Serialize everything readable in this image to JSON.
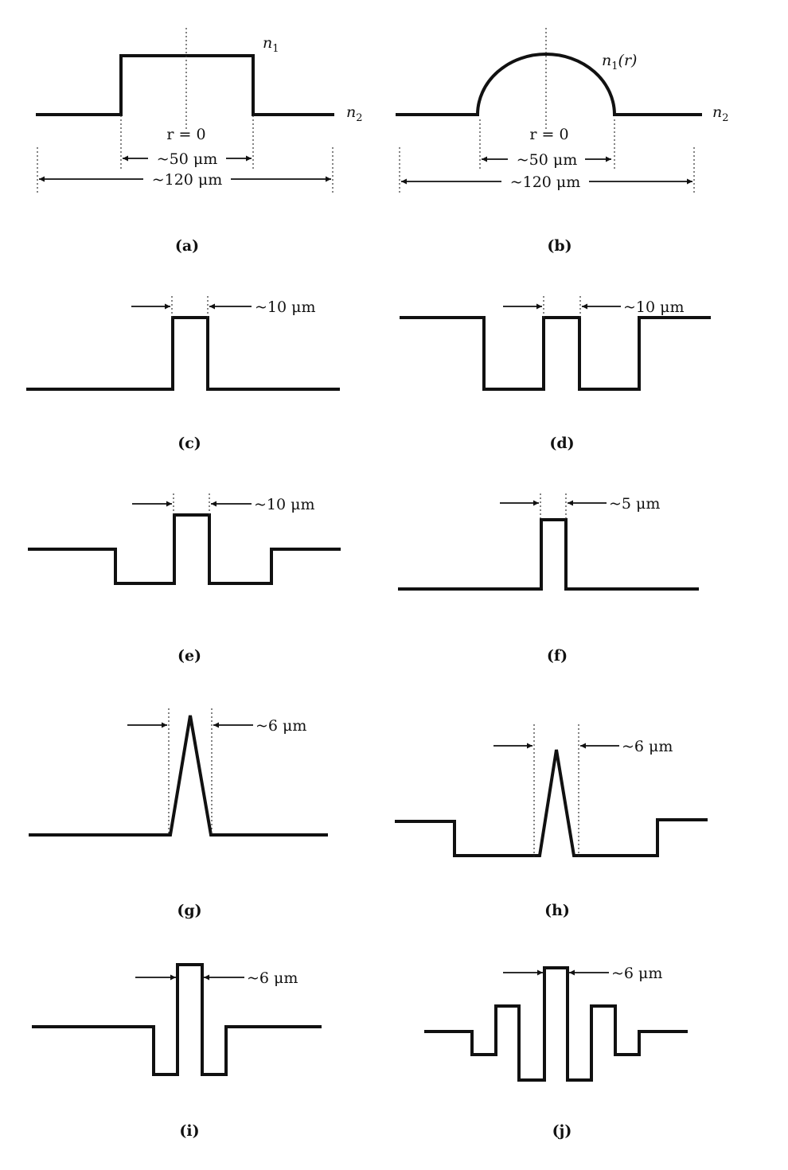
{
  "panels": {
    "a": {
      "caption": "(a)",
      "core_index": "n",
      "core_index_sub": "1",
      "cladding_index": "n",
      "cladding_index_sub": "2",
      "axis_label": "r = 0",
      "core_width": "~50 μm",
      "cladding_width": "~120 μm"
    },
    "b": {
      "caption": "(b)",
      "core_index": "n",
      "core_index_sub": "1",
      "core_index_suffix": "(r)",
      "cladding_index": "n",
      "cladding_index_sub": "2",
      "axis_label": "r = 0",
      "core_width": "~50 μm",
      "cladding_width": "~120 μm"
    },
    "c": {
      "caption": "(c)",
      "core_width": "~10 μm"
    },
    "d": {
      "caption": "(d)",
      "core_width": "~10 μm"
    },
    "e": {
      "caption": "(e)",
      "core_width": "~10 μm"
    },
    "f": {
      "caption": "(f)",
      "core_width": "~5 μm"
    },
    "g": {
      "caption": "(g)",
      "core_width": "~6 μm"
    },
    "h": {
      "caption": "(h)",
      "core_width": "~6 μm"
    },
    "i": {
      "caption": "(i)",
      "core_width": "~6 μm"
    },
    "j": {
      "caption": "(j)",
      "core_width": "~6 μm"
    }
  }
}
